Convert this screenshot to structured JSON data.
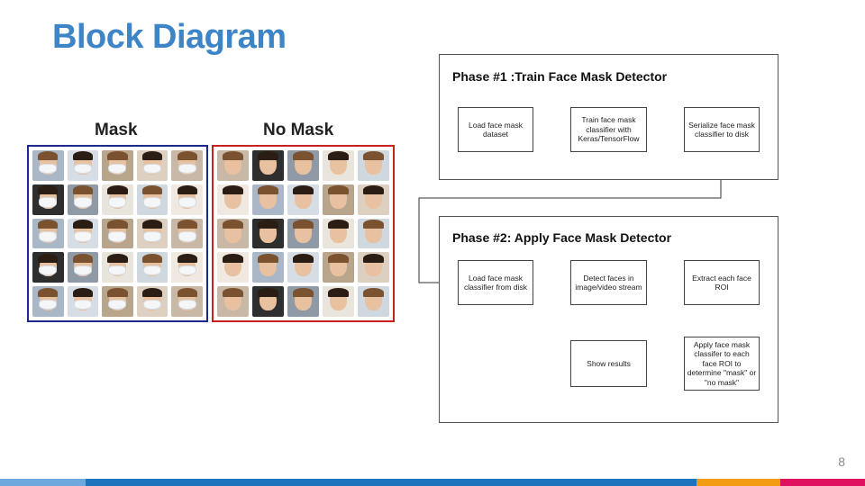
{
  "slide": {
    "title": "Block Diagram",
    "page_number": "8"
  },
  "dataset": {
    "mask_label": "Mask",
    "no_mask_label": "No Mask",
    "mask_border_color": "#1b2a8a",
    "no_mask_border_color": "#c62020"
  },
  "diagram": {
    "phase1": {
      "title": "Phase #1 :Train Face Mask Detector",
      "steps": [
        "Load face mask dataset",
        "Train face mask classifier with Keras/TensorFlow",
        "Serialize face mask classifier to disk"
      ]
    },
    "phase2": {
      "title": "Phase #2: Apply Face Mask Detector",
      "steps": [
        "Load face mask classifier from disk",
        "Detect faces in image/video stream",
        "Extract each face ROI",
        "Apply face mask classifer to each face ROI to determine \"mask\" or \"no mask\"",
        "Show results"
      ]
    }
  },
  "footer": {
    "colors": [
      "#6fa8dc",
      "#1c75bc",
      "#f39c12",
      "#e0115f"
    ]
  }
}
